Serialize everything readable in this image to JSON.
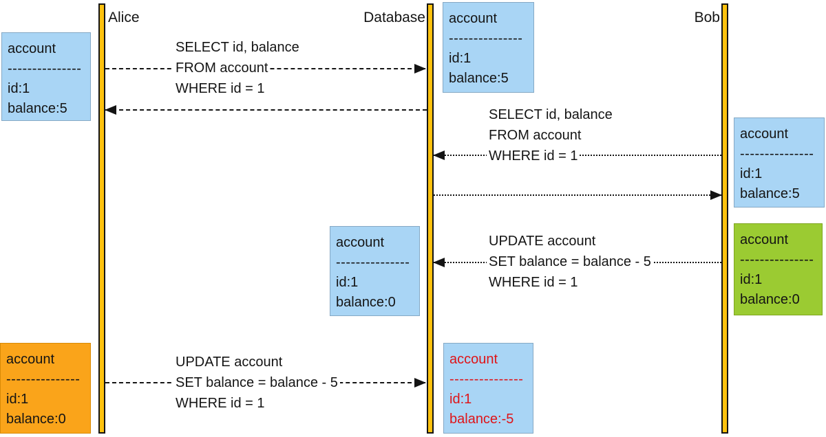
{
  "actors": [
    {
      "id": "alice",
      "label": "Alice"
    },
    {
      "id": "database",
      "label": "Database"
    },
    {
      "id": "bob",
      "label": "Bob"
    }
  ],
  "state_boxes": [
    {
      "id": "alice-initial",
      "title": "account",
      "separator": "---------------",
      "rows": [
        "id:1",
        "balance:5"
      ]
    },
    {
      "id": "database-initial",
      "title": "account",
      "separator": "---------------",
      "rows": [
        "id:1",
        "balance:5"
      ]
    },
    {
      "id": "bob-read",
      "title": "account",
      "separator": "---------------",
      "rows": [
        "id:1",
        "balance:5"
      ]
    },
    {
      "id": "database-after-bob-update",
      "title": "account",
      "separator": "---------------",
      "rows": [
        "id:1",
        "balance:0"
      ]
    },
    {
      "id": "bob-after-update",
      "title": "account",
      "separator": "---------------",
      "rows": [
        "id:1",
        "balance:0"
      ]
    },
    {
      "id": "alice-after-update",
      "title": "account",
      "separator": "---------------",
      "rows": [
        "id:1",
        "balance:0"
      ]
    },
    {
      "id": "database-final",
      "title": "account",
      "separator": "---------------",
      "rows": [
        "id:1",
        "balance:-5"
      ]
    }
  ],
  "messages": [
    {
      "id": "alice-select",
      "lines": [
        "SELECT id, balance",
        "FROM account",
        "WHERE id = 1"
      ]
    },
    {
      "id": "bob-select",
      "lines": [
        "SELECT id, balance",
        "FROM account",
        "WHERE id = 1"
      ]
    },
    {
      "id": "bob-update",
      "lines": [
        "UPDATE account",
        "SET balance = balance - 5",
        "WHERE id = 1"
      ]
    },
    {
      "id": "alice-update",
      "lines": [
        "UPDATE account",
        "SET balance = balance - 5",
        "WHERE id = 1"
      ]
    }
  ],
  "colors": {
    "lifeline_fill": "#FFC20E",
    "box_blue": "#A9D5F5",
    "box_green": "#9BCB32",
    "box_orange": "#FAA41A",
    "alert_text": "#DF1418",
    "ink": "#141414"
  }
}
